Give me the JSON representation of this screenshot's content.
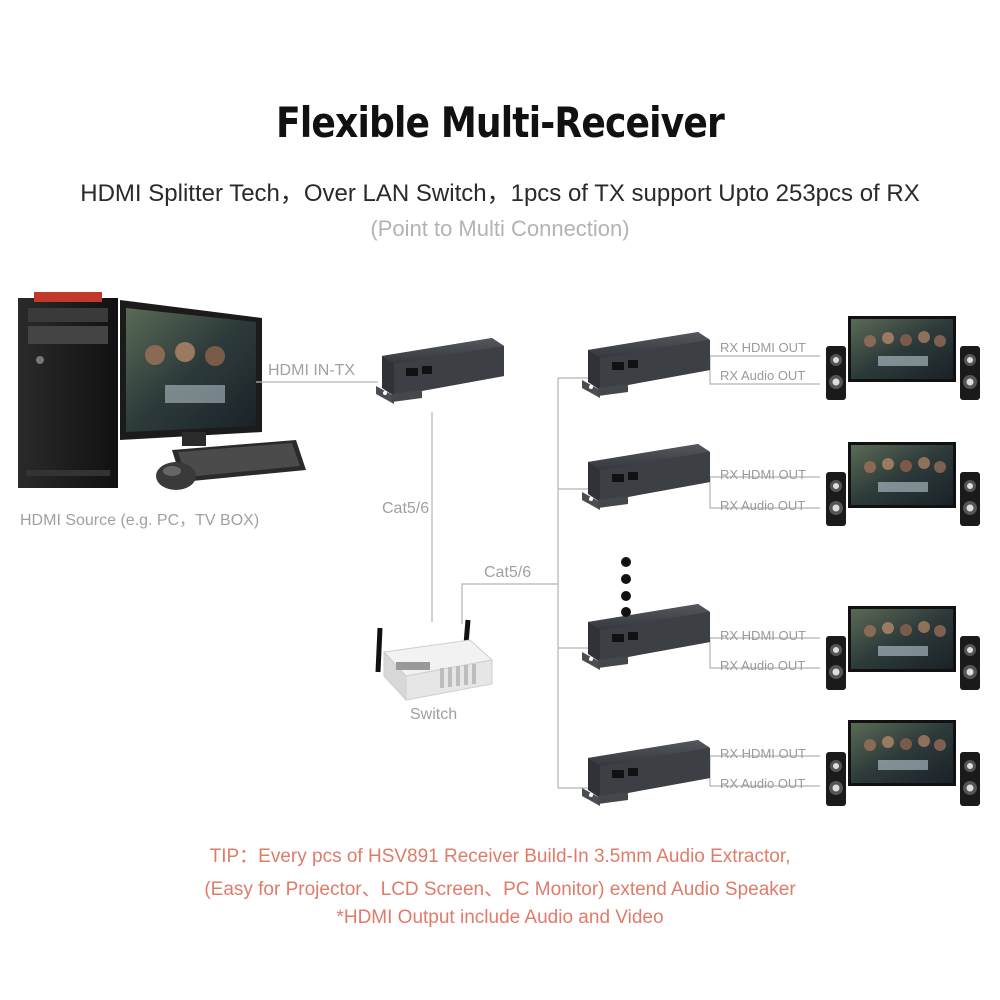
{
  "header": {
    "title": "Flexible Multi-Receiver",
    "subtitle": "HDMI Splitter Tech，Over LAN Switch，1pcs of TX support Upto 253pcs of RX",
    "note": "(Point to Multi Connection)"
  },
  "source": {
    "label": "HDMI Source (e.g. PC，TV BOX)",
    "link_label": "HDMI IN-TX"
  },
  "network": {
    "tx_cable_label": "Cat5/6",
    "rx_cable_label": "Cat5/6",
    "switch_label": "Switch"
  },
  "receivers": [
    {
      "hdmi_out": "RX HDMI OUT",
      "audio_out": "RX Audio OUT"
    },
    {
      "hdmi_out": "RX HDMI OUT",
      "audio_out": "RX Audio OUT"
    },
    {
      "hdmi_out": "RX HDMI OUT",
      "audio_out": "RX Audio OUT"
    },
    {
      "hdmi_out": "RX HDMI OUT",
      "audio_out": "RX Audio OUT"
    }
  ],
  "tips": {
    "line1": "TIP：Every pcs of HSV891 Receiver Build-In 3.5mm Audio Extractor,",
    "line2": "(Easy for Projector、LCD Screen、PC Monitor) extend Audio Speaker",
    "line3": "*HDMI Output include Audio and Video"
  },
  "colors": {
    "line": "#b5b5b5",
    "tip_text": "#e07b6a",
    "device_body": "#3c3f44"
  }
}
